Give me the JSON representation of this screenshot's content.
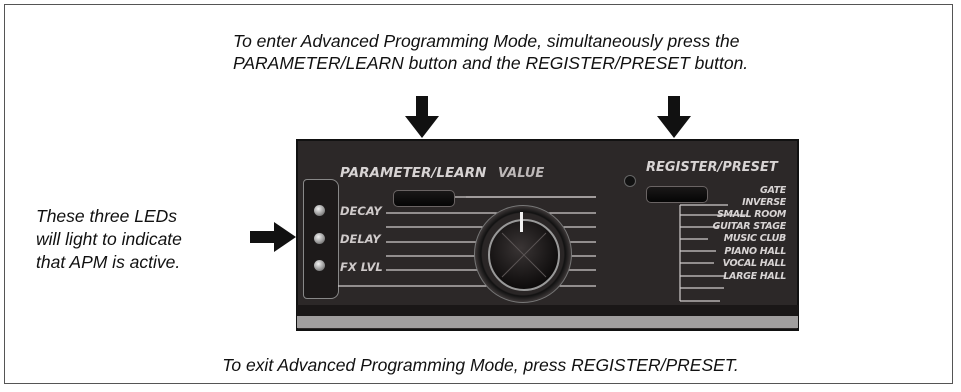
{
  "instructions": {
    "enter_line1": "To enter Advanced Programming Mode, simultaneously press the",
    "enter_line2": "PARAMETER/LEARN button and the REGISTER/PRESET button.",
    "exit": "To exit Advanced Programming Mode, press REGISTER/PRESET.",
    "leds_line1": "These three LEDs",
    "leds_line2": "will light to indicate",
    "leds_line3": "that APM is active."
  },
  "panel": {
    "parameter_learn": "PARAMETER/LEARN",
    "value": "VALUE",
    "register_preset": "REGISTER/PRESET",
    "led_labels": [
      "DECAY",
      "DELAY",
      "FX LVL"
    ],
    "presets": [
      "GATE",
      "INVERSE",
      "SMALL ROOM",
      "GUITAR STAGE",
      "MUSIC CLUB",
      "PIANO HALL",
      "VOCAL HALL",
      "LARGE HALL"
    ]
  },
  "colors": {
    "panel": "#2c2828",
    "panel_text": "#d8d4d4",
    "arrow": "#111111"
  },
  "icons": {
    "arrow_down": "down-arrow-icon",
    "arrow_right": "right-arrow-icon",
    "led": "led-indicator-icon"
  }
}
